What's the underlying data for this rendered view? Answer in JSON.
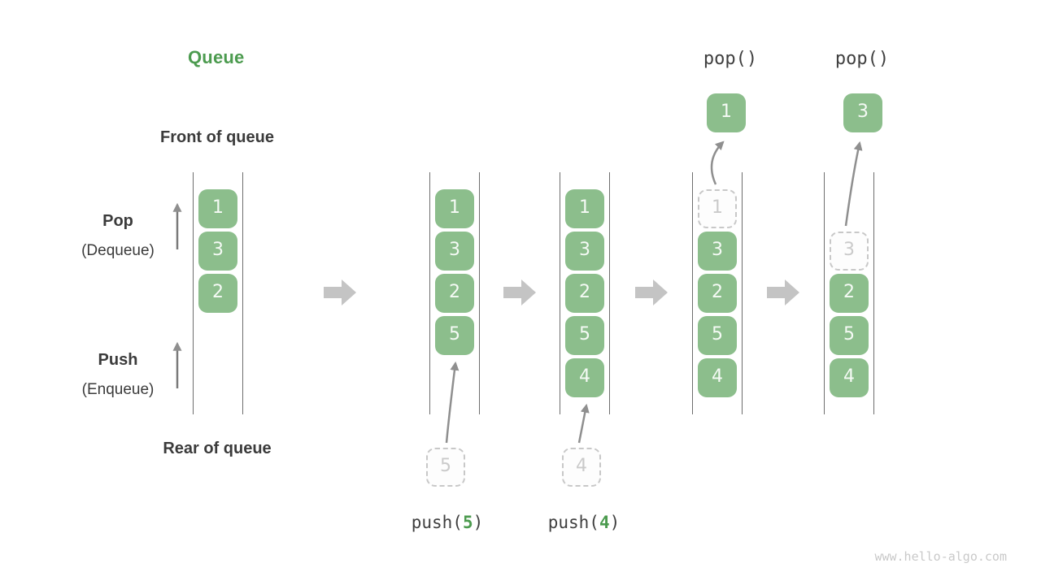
{
  "title": "Queue",
  "side_labels": {
    "front": "Front of queue",
    "rear": "Rear of queue",
    "pop": "Pop",
    "pop_sub": "(Dequeue)",
    "push": "Push",
    "push_sub": "(Enqueue)"
  },
  "states": [
    {
      "cells": [
        "1",
        "3",
        "2"
      ]
    },
    {
      "cells": [
        "1",
        "3",
        "2",
        "5"
      ]
    },
    {
      "cells": [
        "1",
        "3",
        "2",
        "5",
        "4"
      ]
    },
    {
      "ghost": "1",
      "cells": [
        "3",
        "2",
        "5",
        "4"
      ]
    },
    {
      "ghost": "3",
      "cells": [
        "2",
        "5",
        "4"
      ]
    }
  ],
  "operations": {
    "push5": {
      "prefix": "push(",
      "arg": "5",
      "suffix": ")",
      "incoming": "5"
    },
    "push4": {
      "prefix": "push(",
      "arg": "4",
      "suffix": ")",
      "incoming": "4"
    },
    "pop1": {
      "label": "pop()",
      "popped": "1"
    },
    "pop2": {
      "label": "pop()",
      "popped": "3"
    }
  },
  "watermark": "www.hello-algo.com",
  "colors": {
    "box_green": "#8CBE8C",
    "accent_green": "#4C9B4F",
    "text_dark": "#3B3B3B",
    "block_arrow_gray": "#C4C4C4",
    "thin_arrow_gray": "#8F8F8F",
    "ghost_gray": "#CACACA",
    "rail_gray": "#6E6E6E",
    "watermark_gray": "#C9C9C9"
  }
}
